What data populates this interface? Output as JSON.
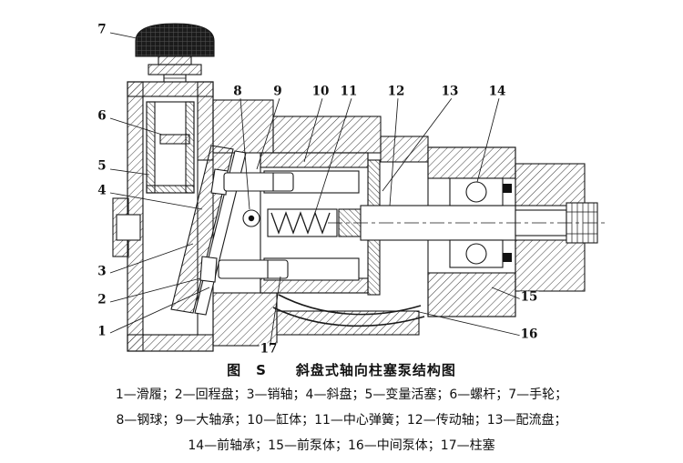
{
  "figure": {
    "caption": "图　S　　斜盘式轴向柱塞泵结构图",
    "legend_lines": [
      "1—滑履；2—回程盘；3—销轴；4—斜盘；5—变量活塞；6—螺杆；7—手轮；",
      "8—钢球；9—大轴承；10—缸体；11—中心弹簧；12—传动轴；13—配流盘；",
      "14—前轴承；15—前泵体；16—中间泵体；17—柱塞"
    ],
    "parts": [
      {
        "num": "1",
        "name": "滑履"
      },
      {
        "num": "2",
        "name": "回程盘"
      },
      {
        "num": "3",
        "name": "销轴"
      },
      {
        "num": "4",
        "name": "斜盘"
      },
      {
        "num": "5",
        "name": "变量活塞"
      },
      {
        "num": "6",
        "name": "螺杆"
      },
      {
        "num": "7",
        "name": "手轮"
      },
      {
        "num": "8",
        "name": "钢球"
      },
      {
        "num": "9",
        "name": "大轴承"
      },
      {
        "num": "10",
        "name": "缸体"
      },
      {
        "num": "11",
        "name": "中心弹簧"
      },
      {
        "num": "12",
        "name": "传动轴"
      },
      {
        "num": "13",
        "name": "配流盘"
      },
      {
        "num": "14",
        "name": "前轴承"
      },
      {
        "num": "15",
        "name": "前泵体"
      },
      {
        "num": "16",
        "name": "中间泵体"
      },
      {
        "num": "17",
        "name": "柱塞"
      }
    ],
    "colors": {
      "line": "#1a1a1a",
      "background": "#ffffff"
    }
  }
}
